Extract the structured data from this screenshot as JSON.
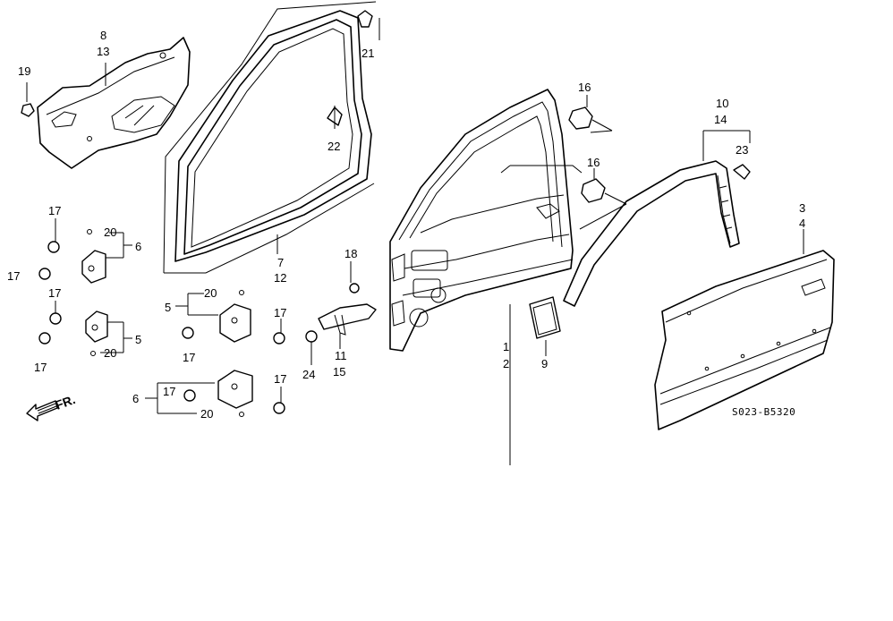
{
  "diagram": {
    "callouts": [
      {
        "id": "c1",
        "text": "1"
      },
      {
        "id": "c2",
        "text": "2"
      },
      {
        "id": "c3",
        "text": "3"
      },
      {
        "id": "c4",
        "text": "4"
      },
      {
        "id": "c5a",
        "text": "5"
      },
      {
        "id": "c5b",
        "text": "5"
      },
      {
        "id": "c6a",
        "text": "6"
      },
      {
        "id": "c6b",
        "text": "6"
      },
      {
        "id": "c7",
        "text": "7"
      },
      {
        "id": "c8",
        "text": "8"
      },
      {
        "id": "c9",
        "text": "9"
      },
      {
        "id": "c10",
        "text": "10"
      },
      {
        "id": "c11",
        "text": "11"
      },
      {
        "id": "c12",
        "text": "12"
      },
      {
        "id": "c13",
        "text": "13"
      },
      {
        "id": "c14",
        "text": "14"
      },
      {
        "id": "c15",
        "text": "15"
      },
      {
        "id": "c16a",
        "text": "16"
      },
      {
        "id": "c16b",
        "text": "16"
      },
      {
        "id": "c17a",
        "text": "17"
      },
      {
        "id": "c17b",
        "text": "17"
      },
      {
        "id": "c17c",
        "text": "17"
      },
      {
        "id": "c17d",
        "text": "17"
      },
      {
        "id": "c17e",
        "text": "17"
      },
      {
        "id": "c17f",
        "text": "17"
      },
      {
        "id": "c17g",
        "text": "17"
      },
      {
        "id": "c17h",
        "text": "17"
      },
      {
        "id": "c18",
        "text": "18"
      },
      {
        "id": "c19",
        "text": "19"
      },
      {
        "id": "c20a",
        "text": "20"
      },
      {
        "id": "c20b",
        "text": "20"
      },
      {
        "id": "c20c",
        "text": "20"
      },
      {
        "id": "c20d",
        "text": "20"
      },
      {
        "id": "c21",
        "text": "21"
      },
      {
        "id": "c22",
        "text": "22"
      },
      {
        "id": "c23",
        "text": "23"
      },
      {
        "id": "c24",
        "text": "24"
      }
    ],
    "drawing_code": "S023-B5320",
    "direction_label": "FR."
  }
}
